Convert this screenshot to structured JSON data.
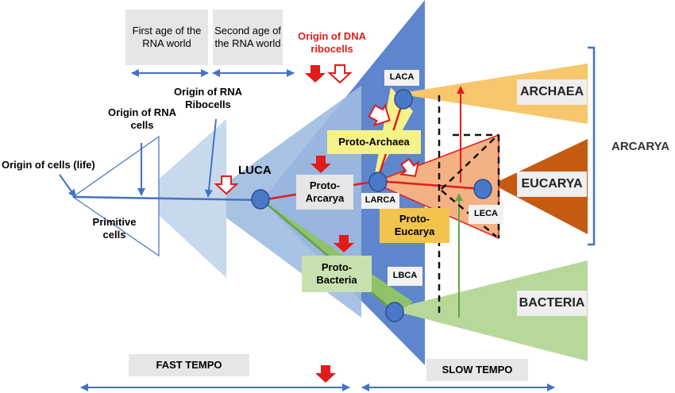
{
  "labels": {
    "first_age": "First age of the RNA world",
    "second_age": "Second age of the RNA world",
    "origin_dna": "Origin of DNA ribocells",
    "origin_rna_ribocells": "Origin of RNA Ribocells",
    "origin_rna_cells": "Origin of RNA cells",
    "origin_cells": "Origin of cells (life)",
    "primitive_cells": "Primitive cells",
    "luca": "LUCA",
    "proto_arcarya": "Proto-Arcarya",
    "proto_archaea": "Proto-Archaea",
    "proto_eucarya": "Proto-Eucarya",
    "proto_bacteria": "Proto-Bacteria",
    "laca": "LACA",
    "larca": "LARCA",
    "leca": "LECA",
    "lbca": "LBCA",
    "archaea": "ARCHAEA",
    "eucarya": "EUCARYA",
    "bacteria": "BACTERIA",
    "arcarya": "ARCARYA",
    "fast_tempo": "FAST TEMPO",
    "slow_tempo": "SLOW TEMPO"
  },
  "colors": {
    "arrow_blue": "#4472c4",
    "big_triangle": "#5f86cc",
    "light_triangle": "#c8d9ee",
    "mid_triangle": "#9fbbe0",
    "archaea": "#f8c66d",
    "eucarya_inner": "#f4b183",
    "eucarya_outer": "#c55a11",
    "bacteria": "#b8d89a",
    "proto_archaea_box": "#f6f28a",
    "proto_eucarya_box": "#f2c44e",
    "node_fill": "#4a78c8",
    "red_line": "#e21b1b",
    "green_line": "#62a444"
  }
}
